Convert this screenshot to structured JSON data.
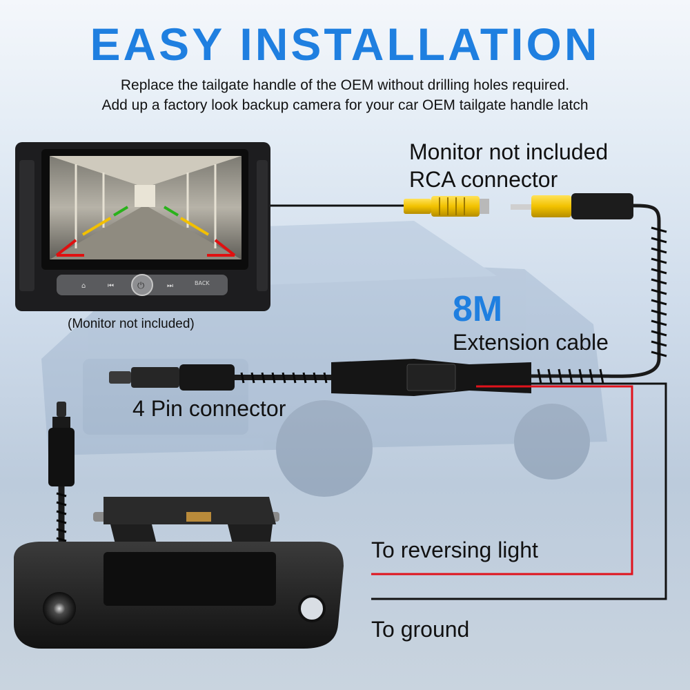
{
  "header": {
    "title": "EASY INSTALLATION",
    "subtitle_line1": "Replace the tailgate handle of the OEM without drilling holes required.",
    "subtitle_line2": "Add up a factory look backup camera for your car OEM tailgate handle latch"
  },
  "monitor": {
    "caption": "(Monitor not included)",
    "buttons": {
      "back": "BACK"
    }
  },
  "labels": {
    "rca_line1": "Monitor not included",
    "rca_line2": "RCA connector",
    "cable_length": "8M",
    "cable_desc": "Extension cable",
    "pin_connector": "4 Pin connector",
    "reversing": "To reversing light",
    "ground": "To ground"
  },
  "colors": {
    "accent": "#1f7fe0",
    "power_wire": "#e0121b",
    "ground_wire": "#111111",
    "rca_yellow": "#f2c200"
  }
}
